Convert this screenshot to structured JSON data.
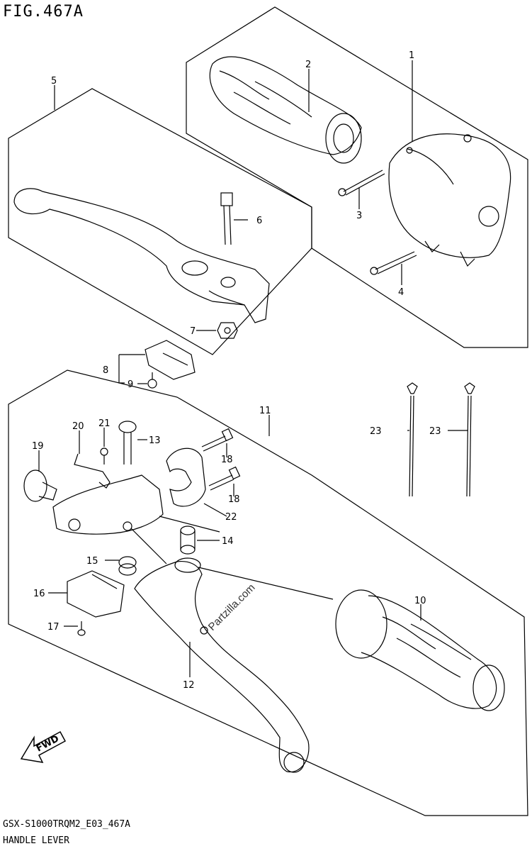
{
  "figure": {
    "title": "FIG.467A",
    "code": "GSX-S1000TRQM2_E03_467A",
    "name": "HANDLE LEVER",
    "watermark": "Partzilla.com",
    "fwd_label": "FWD"
  },
  "callouts": [
    "1",
    "2",
    "3",
    "4",
    "5",
    "6",
    "7",
    "8",
    "9",
    "10",
    "11",
    "12",
    "13",
    "14",
    "15",
    "16",
    "17",
    "18",
    "18",
    "19",
    "20",
    "21",
    "22",
    "23",
    "23"
  ]
}
